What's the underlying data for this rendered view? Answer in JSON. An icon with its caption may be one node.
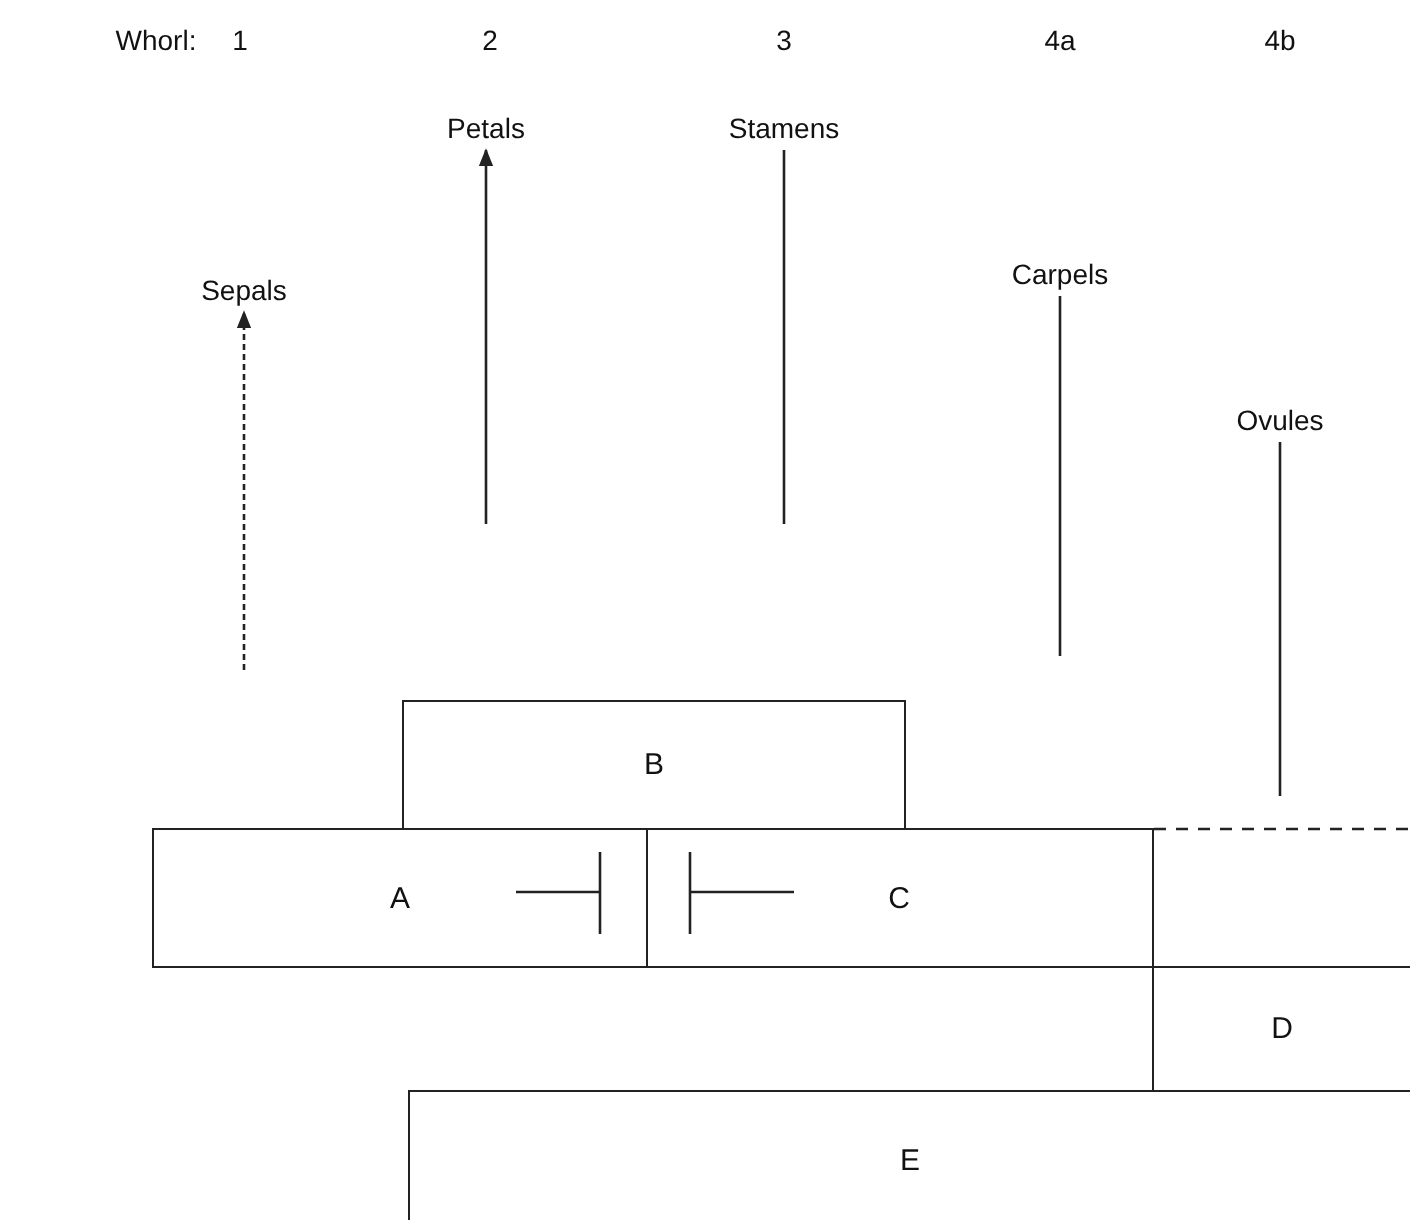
{
  "diagram": {
    "nodes": [
      {
        "text": [
          "Sepals"
        ]
      },
      {
        "text": [
          "Petals"
        ]
      },
      {
        "text": [
          "Stamens"
        ]
      },
      {
        "text": [
          "Carpels"
        ]
      },
      {
        "text": [
          "Ovules"
        ]
      },
      {
        "text": [
          "B"
        ]
      },
      {
        "text": [
          "A"
        ]
      },
      {
        "text": [
          "C"
        ]
      },
      {
        "text": [
          "D"
        ]
      },
      {
        "text": [
          "E"
        ]
      }
    ],
    "edges": [
      {
        "from": null,
        "to": 0,
        "arrow": "to",
        "style": "dashed"
      },
      {
        "from": null,
        "to": 1,
        "arrow": "to"
      },
      {
        "from": null,
        "to": 2,
        "arrow": "none"
      },
      {
        "from": null,
        "to": 3,
        "arrow": "none"
      },
      {
        "from": null,
        "to": 4,
        "arrow": "none"
      }
    ],
    "labels": [
      "Whorl:",
      "1",
      "2",
      "3",
      "4a",
      "4b"
    ]
  }
}
